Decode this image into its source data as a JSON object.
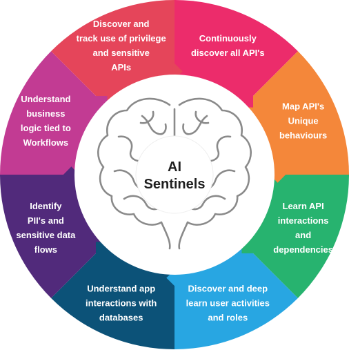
{
  "center": {
    "line1": "AI",
    "line2": "Sentinels"
  },
  "segments": [
    {
      "id": "continuously-discover",
      "color": "#ec2c6b",
      "lines": [
        "Continuously",
        "discover all API's"
      ]
    },
    {
      "id": "map-behaviours",
      "color": "#f4873a",
      "lines": [
        "Map API's",
        "Unique",
        "behaviours"
      ]
    },
    {
      "id": "learn-interactions",
      "color": "#27b36f",
      "lines": [
        "Learn API",
        "interactions",
        "and",
        "dependencies"
      ]
    },
    {
      "id": "user-activities",
      "color": "#28a6e2",
      "lines": [
        "Discover and deep",
        "learn user activities",
        "and roles"
      ]
    },
    {
      "id": "app-databases",
      "color": "#0c5278",
      "lines": [
        "Understand app",
        "interactions with",
        "databases"
      ]
    },
    {
      "id": "pii-flows",
      "color": "#512a7b",
      "lines": [
        "Identify",
        "PII's and",
        "sensitive data",
        "flows"
      ]
    },
    {
      "id": "business-logic",
      "color": "#c23b93",
      "lines": [
        "Understand",
        "business",
        "logic tied to",
        "Workflows"
      ]
    },
    {
      "id": "privilege-apis",
      "color": "#e5455a",
      "lines": [
        "Discover and",
        "track use of privilege",
        "and sensitive",
        "APIs"
      ]
    }
  ],
  "icons": {
    "brain": "brain-icon"
  }
}
